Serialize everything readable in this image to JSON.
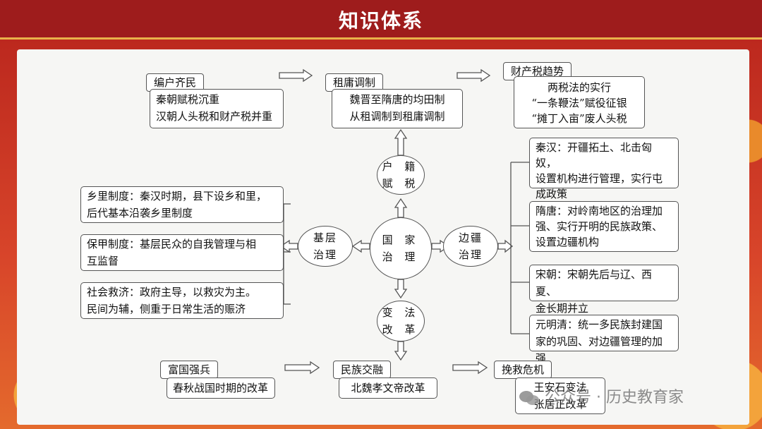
{
  "header": {
    "title": "知识体系"
  },
  "center": {
    "line1": "国 家",
    "line2": "治 理"
  },
  "huji": {
    "line1": "户 籍",
    "line2": "赋 税"
  },
  "bianfa": {
    "line1": "变 法",
    "line2": "改 革"
  },
  "jiceng": {
    "line1": "基层",
    "line2": "治理"
  },
  "bianjiang": {
    "line1": "边疆",
    "line2": "治理"
  },
  "top": {
    "bianhu": {
      "tag": "编户齐民",
      "lines": [
        "秦朝赋税沉重",
        "汉朝人头税和财产税并重"
      ]
    },
    "zuyong": {
      "tag": "租庸调制",
      "lines": [
        "魏晋至隋唐的均田制",
        "从租调制到租庸调制"
      ]
    },
    "caichan": {
      "tag": "财产税趋势",
      "lines": [
        "两税法的实行",
        "“一条鞭法”赋役征银",
        "“摊丁入亩”废人头税"
      ]
    }
  },
  "left": [
    {
      "lines": [
        "乡里制度：秦汉时期，县下设乡和里，",
        "后代基本沿袭乡里制度"
      ]
    },
    {
      "lines": [
        "保甲制度：基层民众的自我管理与相",
        "互监督"
      ]
    },
    {
      "lines": [
        "社会救济：政府主导，以救灾为主。",
        "民间为辅，侧重于日常生活的赈济"
      ]
    }
  ],
  "right": [
    {
      "lines": [
        "秦汉：开疆拓土、北击匈奴，",
        "设置机构进行管理，实行屯",
        "成政策"
      ]
    },
    {
      "lines": [
        "隋唐：对岭南地区的治理加",
        "强、实行开明的民族政策、",
        "设置边疆机构"
      ]
    },
    {
      "lines": [
        "宋朝：宋朝先后与辽、西夏、",
        "金长期并立"
      ]
    },
    {
      "lines": [
        "元明清：统一多民族封建国",
        "家的巩固、对边疆管理的加强"
      ]
    }
  ],
  "bottom": {
    "fuguo": {
      "tag": "富国强兵",
      "lines": [
        "春秋战国时期的改革"
      ]
    },
    "minzu": {
      "tag": "民族交融",
      "lines": [
        "北魏孝文帝改革"
      ]
    },
    "wanjiu": {
      "tag": "挽救危机",
      "lines": [
        "王安石变法",
        "张居正改革"
      ]
    }
  },
  "watermark": {
    "text": "公众号 · 历史教育家",
    "icon": "wechat-icon"
  }
}
